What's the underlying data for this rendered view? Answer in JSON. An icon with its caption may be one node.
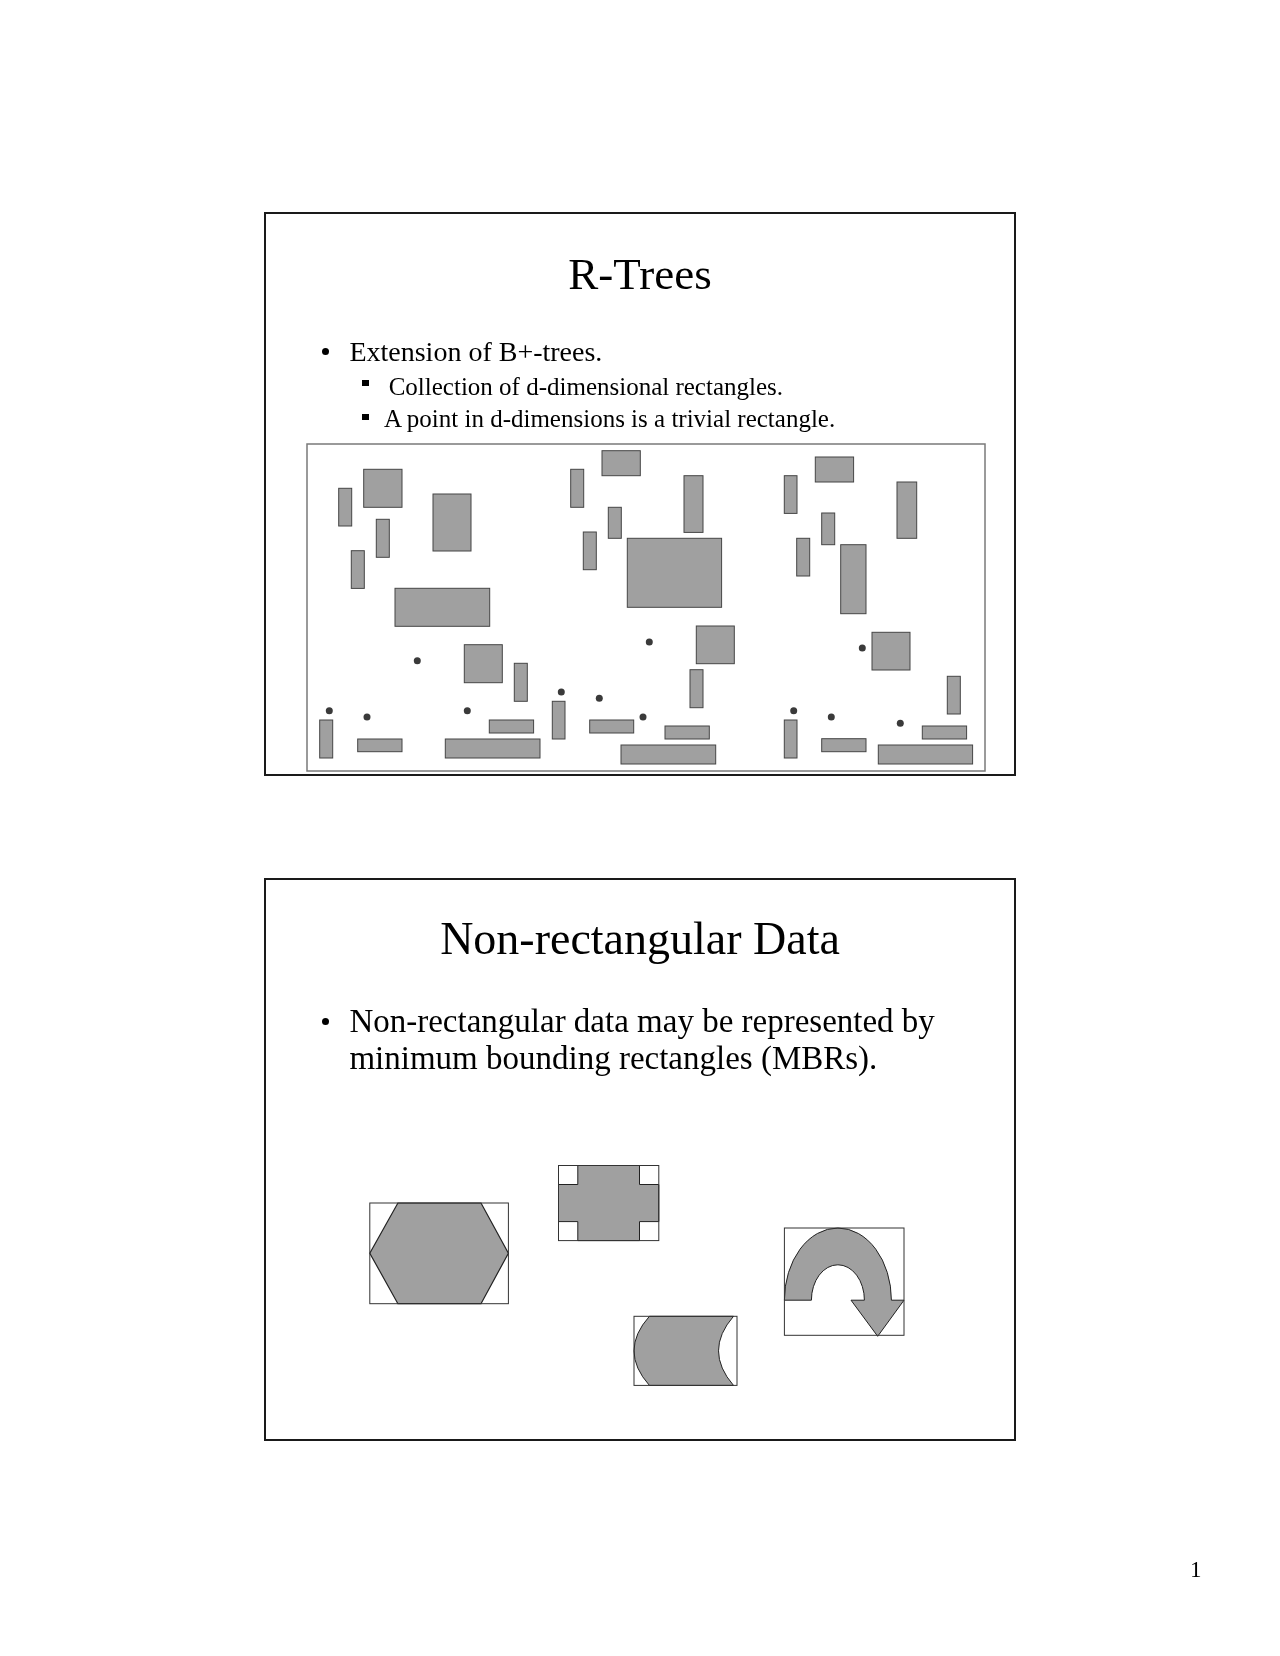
{
  "diagram": {
    "nodes": [
      {
        "text": [
          "R-Trees",
          "Extension of B+-trees.",
          "Collection of d-dimensional rectangles.",
          "A point in d-dimensions is a trivial rectangle."
        ]
      },
      {
        "text": [
          "Non-rectangular Data",
          "Non-rectangular data may be represented by minimum bounding rectangles (MBRs)."
        ]
      }
    ],
    "labels": [
      "1"
    ]
  }
}
